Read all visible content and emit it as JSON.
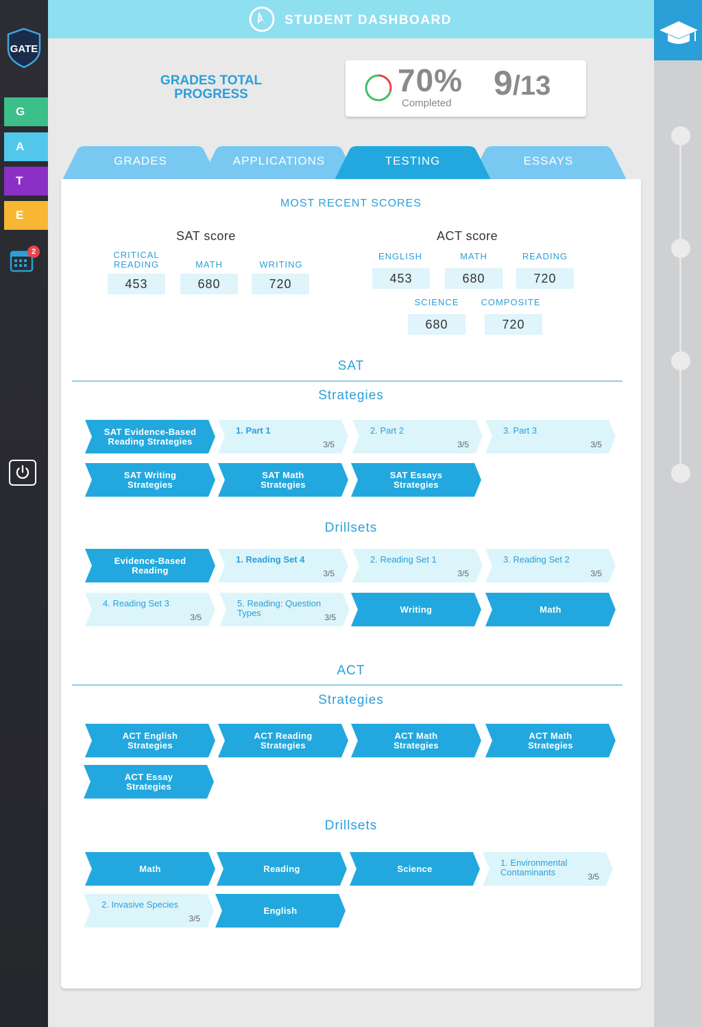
{
  "sidebar": {
    "logo_text": "GATE",
    "items": [
      {
        "letter": "G",
        "color": "#3cbf88"
      },
      {
        "letter": "A",
        "color": "#52c7ec"
      },
      {
        "letter": "T",
        "color": "#8c2fc7"
      },
      {
        "letter": "E",
        "color": "#f7b733"
      }
    ],
    "calendar_badge": "2"
  },
  "header": {
    "title": "STUDENT DASHBOARD",
    "color": "#8edff0"
  },
  "progress": {
    "label_line1": "GRADES TOTAL",
    "label_line2": "PROGRESS",
    "percent": "70%",
    "percent_value": 70,
    "percent_label": "Completed",
    "count_main": "9",
    "count_rest": "/13"
  },
  "tabs": [
    {
      "label": "GRADES",
      "active": false
    },
    {
      "label": "APPLICATIONS",
      "active": false
    },
    {
      "label": "TESTING",
      "active": true
    },
    {
      "label": "ESSAYS",
      "active": false
    }
  ],
  "scores": {
    "title": "MOST RECENT SCORES",
    "sat": {
      "heading": "SAT score",
      "items": [
        {
          "label_1": "CRITICAL",
          "label_2": "READING",
          "value": "453"
        },
        {
          "label_1": "",
          "label_2": "MATH",
          "value": "680"
        },
        {
          "label_1": "",
          "label_2": "WRITING",
          "value": "720"
        }
      ]
    },
    "act": {
      "heading": "ACT score",
      "items": [
        {
          "label": "ENGLISH",
          "value": "453"
        },
        {
          "label": "MATH",
          "value": "680"
        },
        {
          "label": "READING",
          "value": "720"
        },
        {
          "label": "SCIENCE",
          "value": "680"
        },
        {
          "label": "COMPOSITE",
          "value": "720"
        }
      ]
    }
  },
  "sat_section": {
    "title": "SAT",
    "strategies_title": "Strategies",
    "strategies": [
      {
        "kind": "dark",
        "l1": "SAT Evidence-Based",
        "l2": "Reading Strategies"
      },
      {
        "kind": "light",
        "l1": "1. Part 1",
        "bold": true,
        "count": "3/5"
      },
      {
        "kind": "light",
        "l1": "2. Part 2",
        "count": "3/5"
      },
      {
        "kind": "light",
        "l1": "3. Part 3",
        "count": "3/5"
      },
      {
        "kind": "dark",
        "l1": "SAT Writing",
        "l2": "Strategies"
      },
      {
        "kind": "dark",
        "l1": "SAT Math",
        "l2": "Strategies"
      },
      {
        "kind": "dark",
        "l1": "SAT Essays",
        "l2": "Strategies"
      }
    ],
    "drillsets_title": "Drillsets",
    "drillsets": [
      {
        "kind": "dark",
        "l1": "Evidence-Based",
        "l2": "Reading"
      },
      {
        "kind": "light",
        "l1": "1. Reading Set 4",
        "bold": true,
        "count": "3/5"
      },
      {
        "kind": "light",
        "l1": "2. Reading Set 1",
        "count": "3/5"
      },
      {
        "kind": "light",
        "l1": "3. Reading Set 2",
        "count": "3/5"
      },
      {
        "kind": "light",
        "l1": "4. Reading Set 3",
        "count": "3/5"
      },
      {
        "kind": "light",
        "l1": "5. Reading: Question",
        "l2": "Types",
        "count": "3/5"
      },
      {
        "kind": "dark",
        "l1": "Writing"
      },
      {
        "kind": "dark",
        "l1": "Math"
      }
    ]
  },
  "act_section": {
    "title": "ACT",
    "strategies_title": "Strategies",
    "strategies": [
      {
        "kind": "dark",
        "l1": "ACT English",
        "l2": "Strategies"
      },
      {
        "kind": "dark",
        "l1": "ACT Reading",
        "l2": "Strategies"
      },
      {
        "kind": "dark",
        "l1": "ACT Math",
        "l2": "Strategies"
      },
      {
        "kind": "dark",
        "l1": "ACT Math",
        "l2": "Strategies"
      },
      {
        "kind": "dark",
        "l1": "ACT Essay",
        "l2": "Strategies"
      }
    ],
    "drillsets_title": "Drillsets",
    "drillsets": [
      {
        "kind": "dark",
        "l1": "Math"
      },
      {
        "kind": "dark",
        "l1": "Reading"
      },
      {
        "kind": "dark",
        "l1": "Science"
      },
      {
        "kind": "light",
        "l1": "1. Environmental",
        "l2": "Contaminants",
        "count": "3/5"
      },
      {
        "kind": "light",
        "l1": "2. Invasive Species",
        "count": "3/5"
      },
      {
        "kind": "dark",
        "l1": "English"
      }
    ]
  },
  "colors": {
    "accent": "#2a9fd8",
    "chevron_dark": "#22a8de",
    "chevron_light": "#dcf5fb",
    "tab": "#78c8f2"
  }
}
